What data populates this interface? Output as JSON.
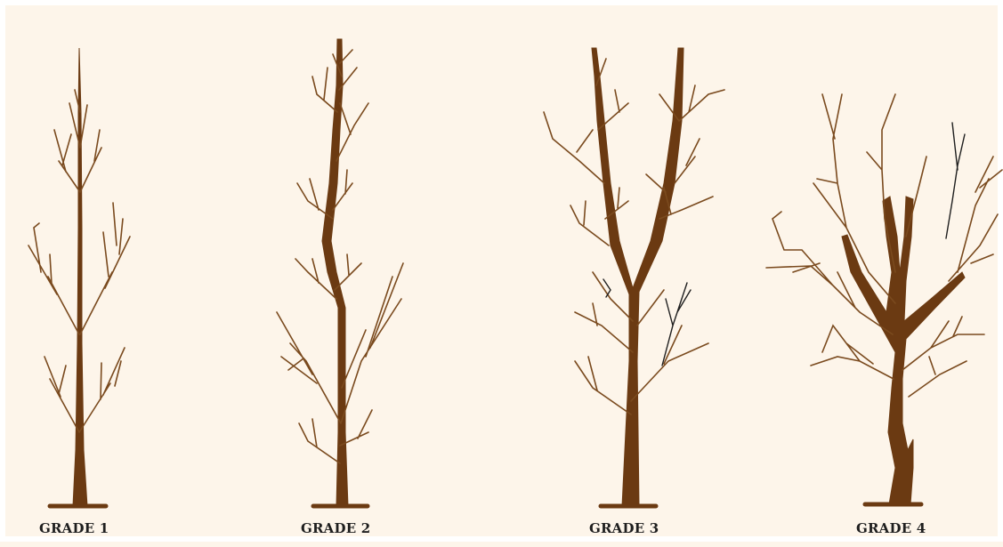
{
  "colors": {
    "background": "#fdf5ea",
    "trunk": "#6b3a12",
    "branch": "#7a4a1e",
    "pruned_cut": "#1f1f1f",
    "label": "#1e1e1e"
  },
  "trees": [
    {
      "id": "grade-1",
      "label": "GRADE 1"
    },
    {
      "id": "grade-2",
      "label": "GRADE 2"
    },
    {
      "id": "grade-3",
      "label": "GRADE 3"
    },
    {
      "id": "grade-4",
      "label": "GRADE 4"
    }
  ]
}
